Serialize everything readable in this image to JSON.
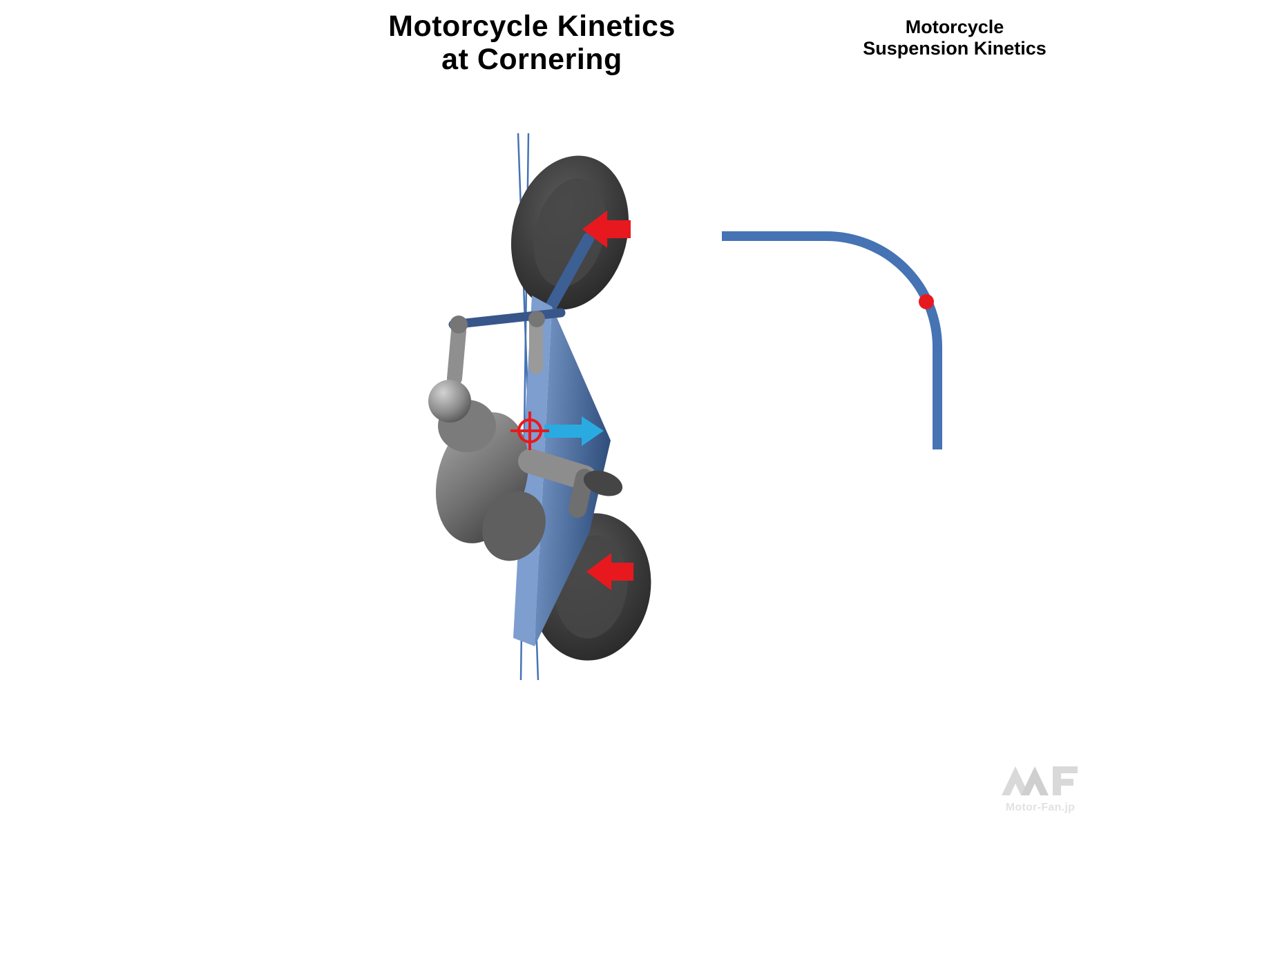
{
  "titles": {
    "main": {
      "line1": "Motorcycle Kinetics",
      "line2": "at Cornering"
    },
    "side": {
      "line1": "Motorcycle",
      "line2": "Suspension Kinetics"
    }
  },
  "watermark": {
    "logo_alt": "MF",
    "text": "Motor-Fan.jp"
  },
  "colors": {
    "accent_blue": "#4573b4",
    "force_red": "#e8191e",
    "force_cyan": "#29abe2",
    "frame_blue_light": "#7d9ecf",
    "frame_blue_dark": "#31507e",
    "tire_gray": "#3a3a3a"
  },
  "icons": {
    "cog_marker": "crosshair-target",
    "front_force": "left-arrow",
    "rear_force": "left-arrow",
    "lateral_force": "right-arrow",
    "position_marker": "red-dot"
  }
}
